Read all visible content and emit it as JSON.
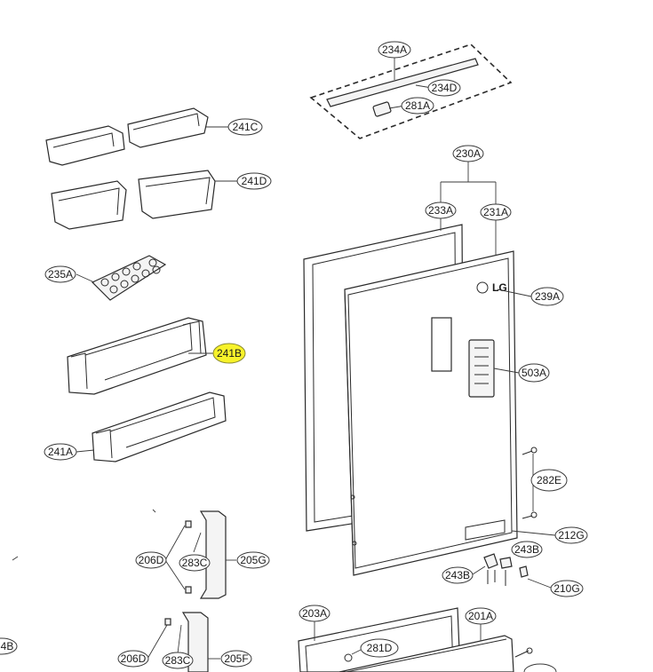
{
  "brand_logo": "LG",
  "highlight_color": "#f7f22a",
  "callouts": {
    "p234A": "234A",
    "p234D": "234D",
    "p281A": "281A",
    "p241C": "241C",
    "p241D": "241D",
    "p230A": "230A",
    "p233A": "233A",
    "p231A": "231A",
    "p235A": "235A",
    "p239A": "239A",
    "p241B": "241B",
    "p503A": "503A",
    "p241A": "241A",
    "p282E": "282E",
    "p212G": "212G",
    "p243B_a": "243B",
    "p243B_b": "243B",
    "p210G": "210G",
    "p206D_a": "206D",
    "p283C_a": "283C",
    "p205G": "205G",
    "p203A": "203A",
    "p201A": "201A",
    "p281D": "281D",
    "p206D_b": "206D",
    "p283C_b": "283C",
    "p205F": "205F",
    "p_left_edge": "4B"
  },
  "highlighted_part": "241B"
}
